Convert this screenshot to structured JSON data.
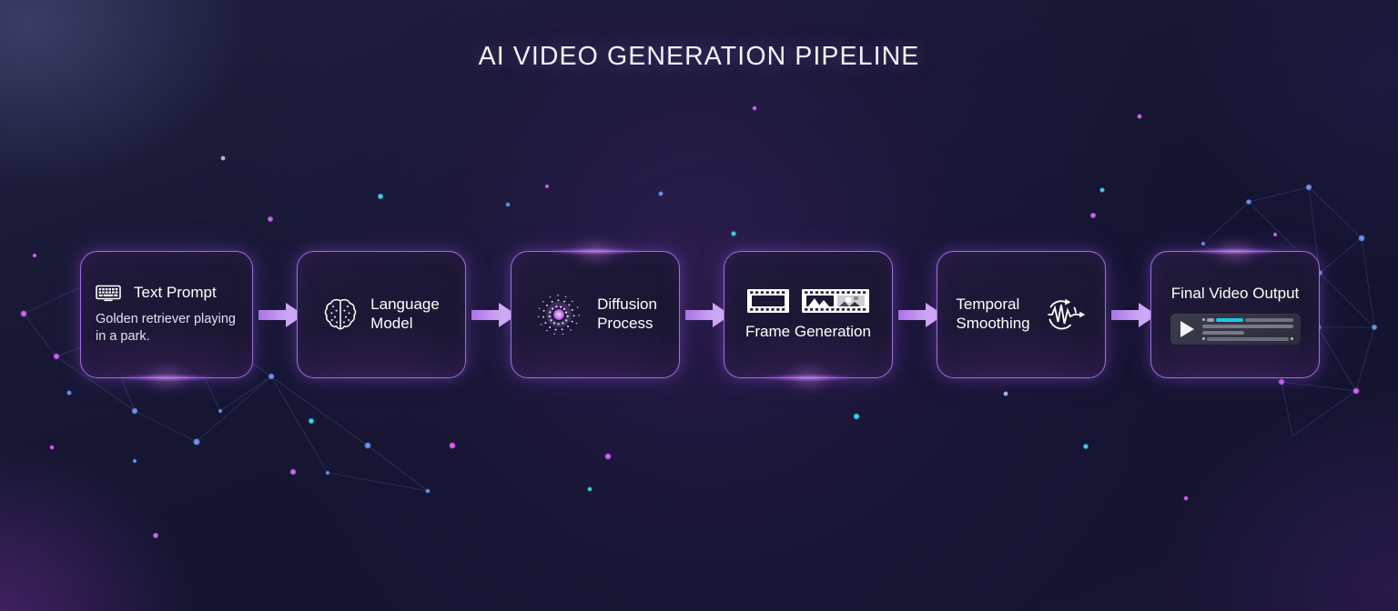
{
  "page": {
    "title": "AI VIDEO GENERATION PIPELINE",
    "accent_border": "#a06ee0",
    "accent_glow": "#c77dfa",
    "arrow_color_light": "#e3c7ff",
    "arrow_color_dark": "#a972e6",
    "background_base": "#161630",
    "progress_accent": "#1fc8e0"
  },
  "steps": [
    {
      "id": "text-prompt",
      "title": "Text Prompt",
      "subtitle": "Golden retriever playing in a park.",
      "icon": "keyboard-icon",
      "layout": "stack",
      "glow": "bottom"
    },
    {
      "id": "language-model",
      "title": "Language\nModel",
      "subtitle": "",
      "icon": "brain-icon",
      "layout": "row",
      "glow": "none"
    },
    {
      "id": "diffusion-process",
      "title": "Diffusion\nProcess",
      "subtitle": "",
      "icon": "spiral-vortex-icon",
      "layout": "row",
      "glow": "top"
    },
    {
      "id": "frame-generation",
      "title": "Frame Generation",
      "subtitle": "",
      "icon": "film-strip-icon",
      "layout": "center",
      "glow": "bottom"
    },
    {
      "id": "temporal-smoothing",
      "title": "Temporal\nSmoothing",
      "subtitle": "",
      "icon": "waveform-loop-icon",
      "layout": "row-reverse",
      "glow": "none"
    },
    {
      "id": "final-video-output",
      "title": "Final Video Output",
      "subtitle": "",
      "icon": "video-player-icon",
      "layout": "center",
      "glow": "top"
    }
  ],
  "arrows": [
    {
      "id": "arrow-1",
      "from": "text-prompt",
      "to": "language-model"
    },
    {
      "id": "arrow-2",
      "from": "language-model",
      "to": "diffusion-process"
    },
    {
      "id": "arrow-3",
      "from": "diffusion-process",
      "to": "frame-generation"
    },
    {
      "id": "arrow-4",
      "from": "frame-generation",
      "to": "temporal-smoothing"
    },
    {
      "id": "arrow-5",
      "from": "temporal-smoothing",
      "to": "final-video-output"
    }
  ]
}
